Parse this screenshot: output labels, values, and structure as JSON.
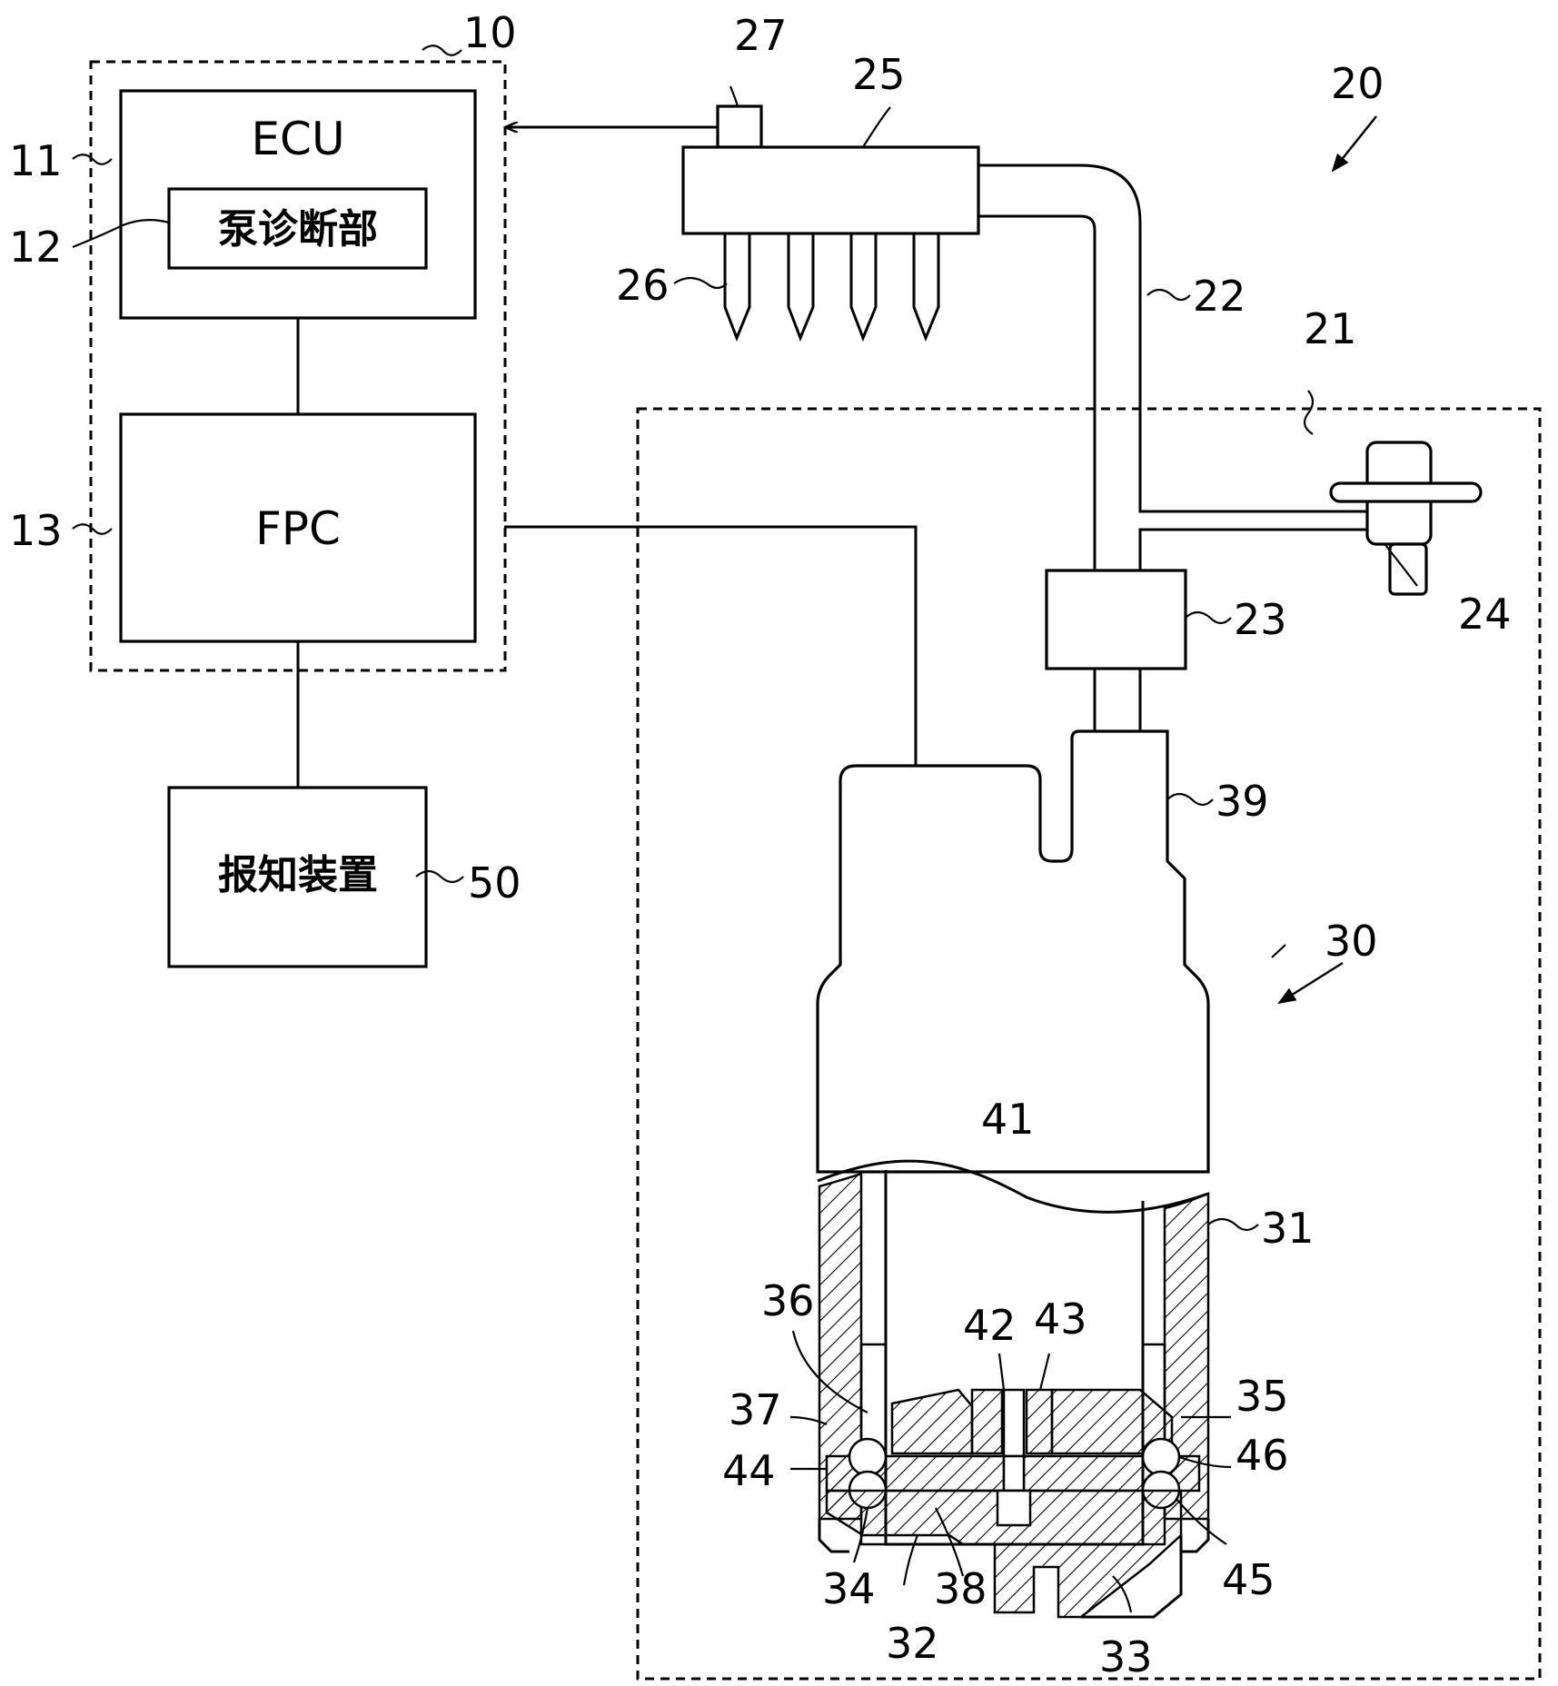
{
  "blocks": {
    "ecu": "ECU",
    "pump_diag": "泵诊断部",
    "fpc": "FPC",
    "notify": "报知装置"
  },
  "refs": {
    "r10": "10",
    "r11": "11",
    "r12": "12",
    "r13": "13",
    "r20": "20",
    "r21": "21",
    "r22": "22",
    "r23": "23",
    "r24": "24",
    "r25": "25",
    "r26": "26",
    "r27": "27",
    "r30": "30",
    "r31": "31",
    "r32": "32",
    "r33": "33",
    "r34": "34",
    "r35": "35",
    "r36": "36",
    "r37": "37",
    "r38": "38",
    "r39": "39",
    "r41": "41",
    "r42": "42",
    "r43": "43",
    "r44": "44",
    "r45": "45",
    "r46": "46",
    "r50": "50"
  }
}
